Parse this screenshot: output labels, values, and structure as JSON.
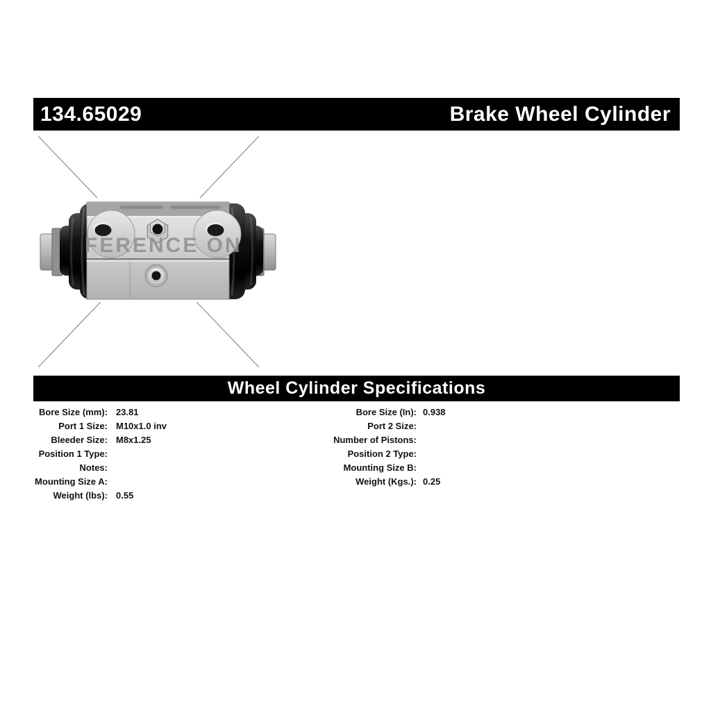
{
  "header": {
    "part_number": "134.65029",
    "product_name": "Brake Wheel Cylinder"
  },
  "section": {
    "title": "Wheel Cylinder Specifications"
  },
  "watermark": {
    "text": "FERENCE ON"
  },
  "photo": {
    "subject": "brake wheel cylinder photograph"
  },
  "colors": {
    "bar_background": "#000000",
    "bar_text": "#ffffff",
    "watermark_gray": "#8f8f8f",
    "watermark_line": "#9c9c9c"
  },
  "specs": {
    "left": [
      {
        "label": "Bore Size (mm):",
        "value": "23.81"
      },
      {
        "label": "Port 1 Size:",
        "value": "M10x1.0 inv"
      },
      {
        "label": "Bleeder Size:",
        "value": "M8x1.25"
      },
      {
        "label": "Position 1 Type:",
        "value": ""
      },
      {
        "label": "Notes:",
        "value": ""
      },
      {
        "label": "Mounting Size A:",
        "value": ""
      },
      {
        "label": "Weight (lbs):",
        "value": "0.55"
      }
    ],
    "right": [
      {
        "label": "Bore Size (In):",
        "value": "0.938"
      },
      {
        "label": "Port 2 Size:",
        "value": ""
      },
      {
        "label": "Number of Pistons:",
        "value": ""
      },
      {
        "label": "Position 2 Type:",
        "value": ""
      },
      {
        "label": "Mounting Size B:",
        "value": ""
      },
      {
        "label": "Weight (Kgs.):",
        "value": "0.25"
      }
    ]
  }
}
